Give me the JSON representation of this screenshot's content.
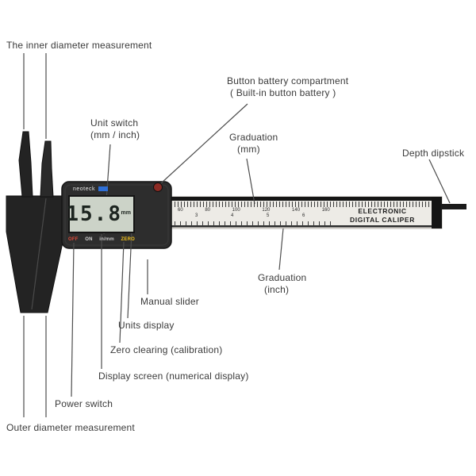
{
  "labels": {
    "inner_diameter": "The inner diameter measurement",
    "battery_line1": "Button battery compartment",
    "battery_line2": "( Built-in button battery )",
    "unit_switch_line1": "Unit switch",
    "unit_switch_line2": "(mm / inch)",
    "graduation_mm_line1": "Graduation",
    "graduation_mm_line2": "(mm)",
    "depth_dipstick": "Depth dipstick",
    "graduation_inch_line1": "Graduation",
    "graduation_inch_line2": "(inch)",
    "manual_slider": "Manual slider",
    "units_display": "Units display",
    "zero_clearing": "Zero clearing (calibration)",
    "display_screen": "Display screen (numerical display)",
    "power_switch": "Power switch",
    "outer_diameter": "Outer diameter measurement"
  },
  "caliper": {
    "brand": "neoteck",
    "lcd_value": "15.8",
    "lcd_unit": "mm",
    "buttons": {
      "power": "OFF",
      "on": "ON",
      "unit": "in/mm",
      "zero": "ZERO"
    },
    "beam_line1": "ELECTRONIC",
    "beam_line2": "DIGITAL CALIPER",
    "scale_mm_numbers": "60 80 100 120 140 160",
    "scale_inch_numbers": "3 4 5 6"
  },
  "colors": {
    "body": "#242424",
    "lcd_background": "#ccd3c8",
    "power_button_text": "#e04b3a",
    "zero_button_text": "#f2c21d",
    "brand_chip": "#2f6fd6",
    "leader_line": "#4d4d4d"
  }
}
